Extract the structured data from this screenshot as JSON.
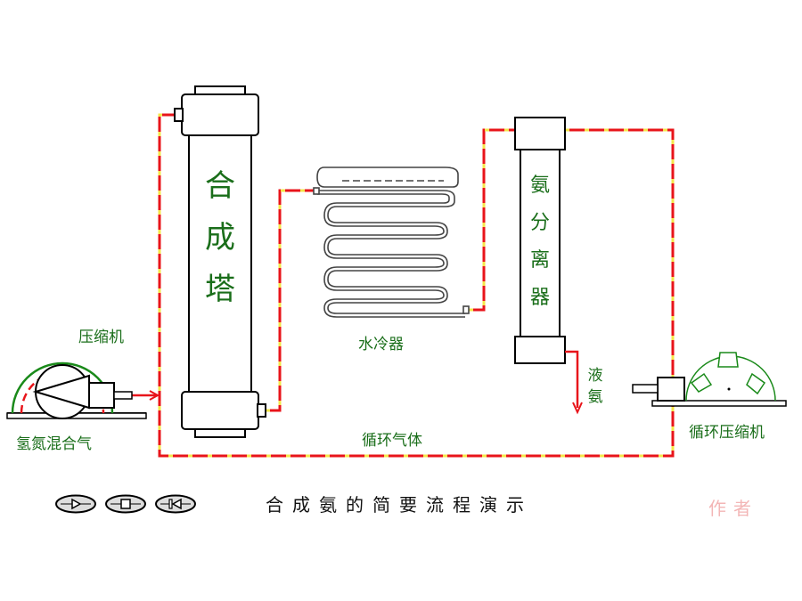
{
  "labels": {
    "tower": "合成塔",
    "cooler": "水冷器",
    "separator": "氨分离器",
    "compressor": "压缩机",
    "feed_gas": "氢氮混合气",
    "recycle_gas": "循环气体",
    "recycle_compressor": "循环压缩机",
    "liquid_ammonia": "液氨"
  },
  "caption": "合成氨的简要流程演示",
  "author": "作者",
  "controls": [
    {
      "name": "play",
      "icon": "play-icon"
    },
    {
      "name": "stop",
      "icon": "stop-icon"
    },
    {
      "name": "rewind",
      "icon": "rewind-icon"
    }
  ],
  "colors": {
    "pipe": "#e8141a",
    "pipe_dash": "#f5e64a",
    "text": "#1a6e1a",
    "outline": "#000000"
  }
}
